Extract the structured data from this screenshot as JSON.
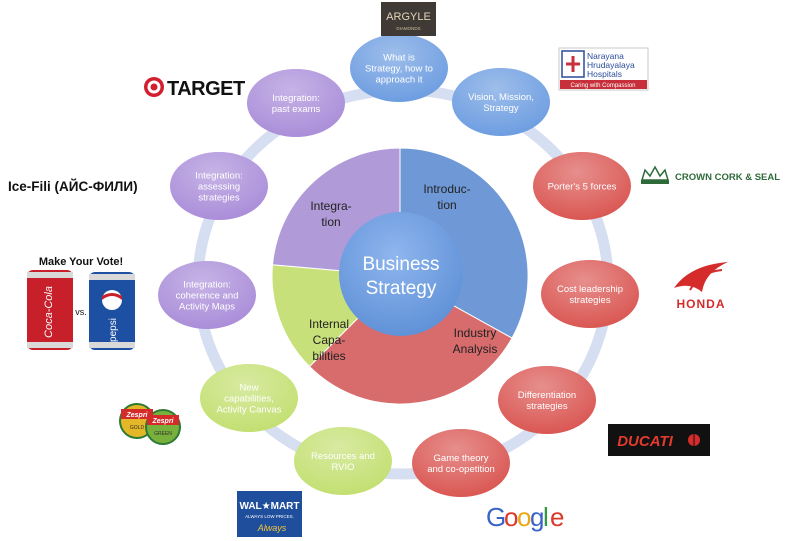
{
  "center": {
    "lines": [
      "Business",
      "Strategy"
    ]
  },
  "pie": {
    "sectors": [
      {
        "name": "introduction",
        "lines": [
          "Introduc-",
          "tion"
        ],
        "color": "#6f99d6"
      },
      {
        "name": "industry-analysis",
        "lines": [
          "Industry",
          "Analysis"
        ],
        "color": "#d86c6c"
      },
      {
        "name": "internal-capabilities",
        "lines": [
          "Internal",
          "Capa-",
          "bilities"
        ],
        "color": "#c8e07a"
      },
      {
        "name": "integration",
        "lines": [
          "Integra-",
          "tion"
        ],
        "color": "#b19ad8"
      }
    ]
  },
  "ring_nodes": [
    {
      "name": "what-is-strategy",
      "lines": [
        "What is",
        "Strategy, how to",
        "approach it"
      ],
      "color": "#6a9be0"
    },
    {
      "name": "vision-mission",
      "lines": [
        "Vision, Mission,",
        "Strategy"
      ],
      "color": "#6a9be0"
    },
    {
      "name": "porters-5-forces",
      "lines": [
        "Porter's 5 forces"
      ],
      "color": "#d9534f"
    },
    {
      "name": "cost-leadership",
      "lines": [
        "Cost leadership",
        "strategies"
      ],
      "color": "#d9534f"
    },
    {
      "name": "differentiation",
      "lines": [
        "Differentiation",
        "strategies"
      ],
      "color": "#d9534f"
    },
    {
      "name": "game-theory",
      "lines": [
        "Game theory",
        "and co-opetition"
      ],
      "color": "#d9534f"
    },
    {
      "name": "resources-rvio",
      "lines": [
        "Resources and",
        "RVIO"
      ],
      "color": "#c2df6f"
    },
    {
      "name": "new-capabilities",
      "lines": [
        "New",
        "capabilities,",
        "Activity Canvas"
      ],
      "color": "#c2df6f"
    },
    {
      "name": "integration-coherence",
      "lines": [
        "Integration:",
        "coherence and",
        "Activity Maps"
      ],
      "color": "#a88bd8"
    },
    {
      "name": "integration-assessing",
      "lines": [
        "Integration:",
        "assessing",
        "strategies"
      ],
      "color": "#a88bd8"
    },
    {
      "name": "integration-past-exams",
      "lines": [
        "Integration:",
        "past exams"
      ],
      "color": "#a88bd8"
    }
  ],
  "logos": {
    "argyle": {
      "text": "ARGYLE",
      "sub": "DIAMONDS"
    },
    "narayana": {
      "lines": [
        "Narayana",
        "Hrudayalaya",
        "Hospitals"
      ],
      "tagline": "Caring with Compassion"
    },
    "crown": {
      "text": "CROWN CORK & SEAL"
    },
    "honda": {
      "text": "HONDA"
    },
    "ducati": {
      "text": "DUCATI"
    },
    "google": {
      "letters": [
        "G",
        "o",
        "o",
        "g",
        "l",
        "e"
      ],
      "colors": [
        "#3a64c8",
        "#d93a2b",
        "#e8a817",
        "#3a64c8",
        "#2f9a3f",
        "#d93a2b"
      ]
    },
    "walmart": {
      "text": "WAL★MART",
      "sub": "ALWAYS LOW PRICES.",
      "script": "Always"
    },
    "zespri": {
      "text": "Zespri",
      "gold": "GOLD",
      "green": "GREEN"
    },
    "coke_pepsi": {
      "title": "Make Your Vote!",
      "coke": "Coca-Cola",
      "vs": "vs.",
      "pepsi": "pepsi"
    },
    "icefili": {
      "text": "Ice-Fili (АЙС-ФИЛИ)"
    },
    "target": {
      "text": "TARGET"
    }
  }
}
